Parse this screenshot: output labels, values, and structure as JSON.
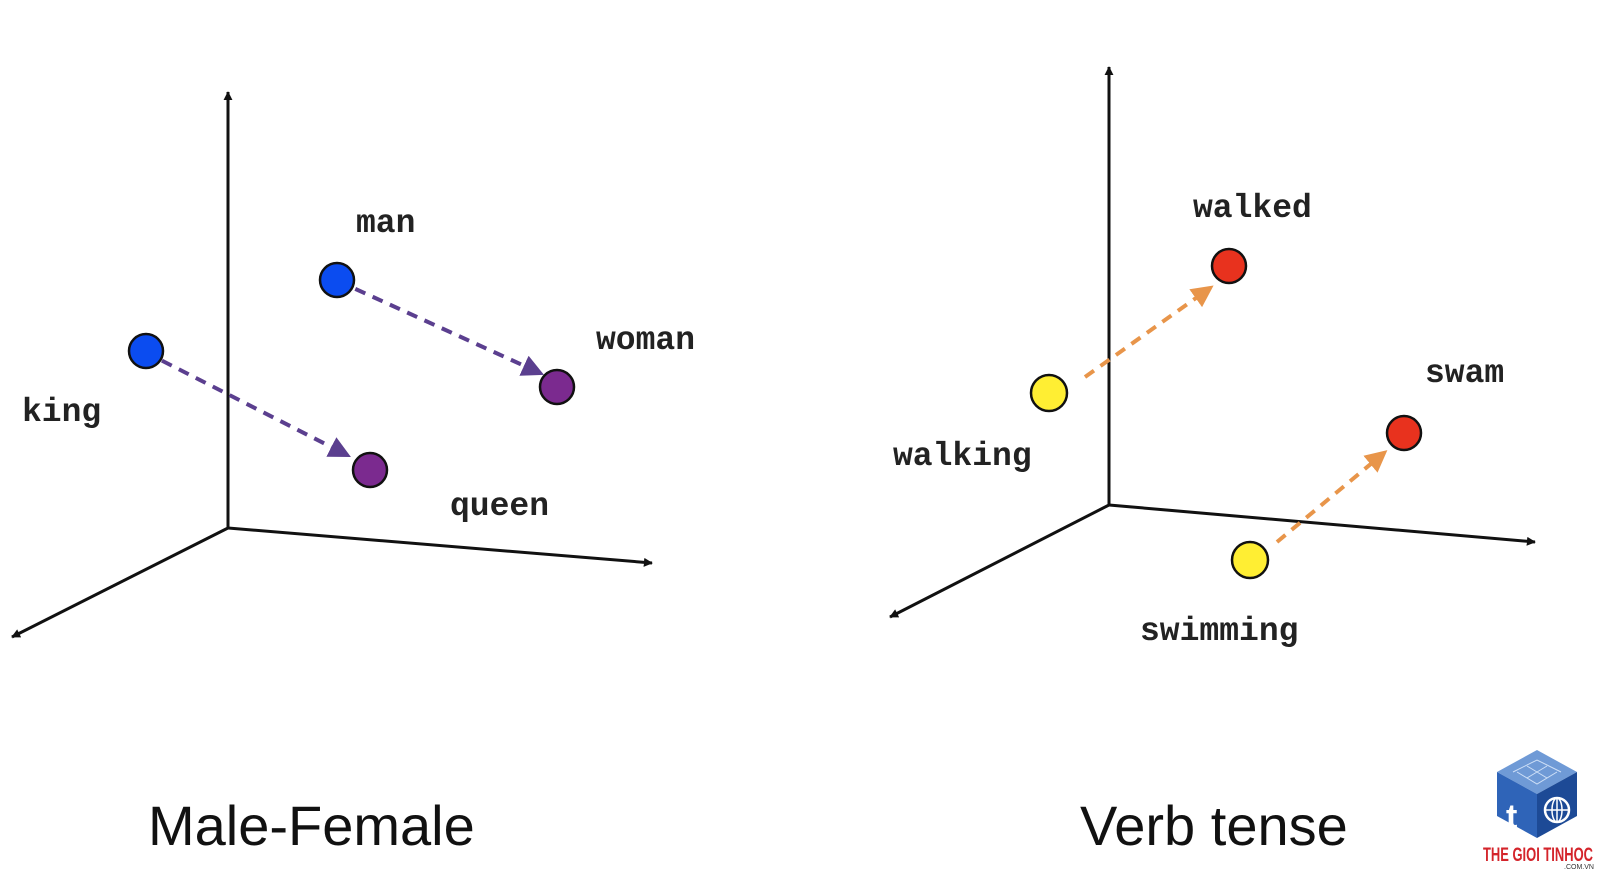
{
  "panels": [
    {
      "id": "male-female",
      "caption": "Male-Female",
      "arrow_color": "#5b3f8f",
      "points": [
        {
          "key": "king",
          "label": "king",
          "color": "#0b4cf0"
        },
        {
          "key": "queen",
          "label": "queen",
          "color": "#7b2a8f"
        },
        {
          "key": "man",
          "label": "man",
          "color": "#0b4cf0"
        },
        {
          "key": "woman",
          "label": "woman",
          "color": "#7b2a8f"
        }
      ],
      "arrows": [
        {
          "from": "king",
          "to": "queen"
        },
        {
          "from": "man",
          "to": "woman"
        }
      ]
    },
    {
      "id": "verb-tense",
      "caption": "Verb tense",
      "arrow_color": "#e8954a",
      "points": [
        {
          "key": "walking",
          "label": "walking",
          "color": "#ffee33"
        },
        {
          "key": "walked",
          "label": "walked",
          "color": "#e8321e"
        },
        {
          "key": "swimming",
          "label": "swimming",
          "color": "#ffee33"
        },
        {
          "key": "swam",
          "label": "swam",
          "color": "#e8321e"
        }
      ],
      "arrows": [
        {
          "from": "walking",
          "to": "walked"
        },
        {
          "from": "swimming",
          "to": "swam"
        }
      ]
    }
  ],
  "logo": {
    "name": "THE GIOI TINHOC",
    "domain": ".COM.VN",
    "icon": "cube-logo-icon",
    "color": "#d4242b"
  }
}
